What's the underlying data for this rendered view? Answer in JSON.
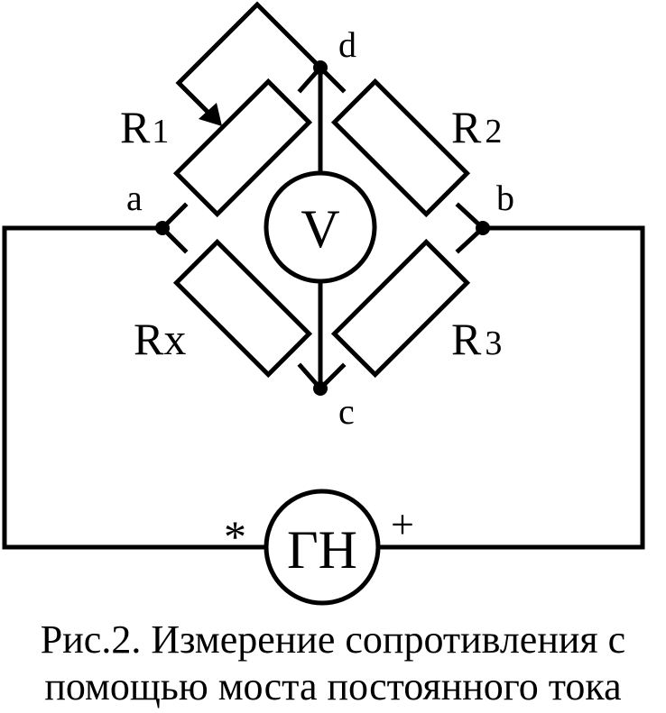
{
  "figure": {
    "labels": {
      "node_a": "a",
      "node_b": "b",
      "node_c": "c",
      "node_d": "d",
      "r1": {
        "main": "R",
        "sub": "1"
      },
      "r2": {
        "main": "R",
        "sub": "2"
      },
      "r3": {
        "main": "R",
        "sub": "3"
      },
      "rx": {
        "main": "R",
        "sub": "x"
      },
      "voltmeter": "V",
      "generator": "ГН",
      "terminal_left": "*",
      "terminal_right": "+"
    },
    "caption": {
      "line1": "Рис.2. Измерение сопротивления с",
      "line2": "помощью моста постоянного тока"
    }
  }
}
